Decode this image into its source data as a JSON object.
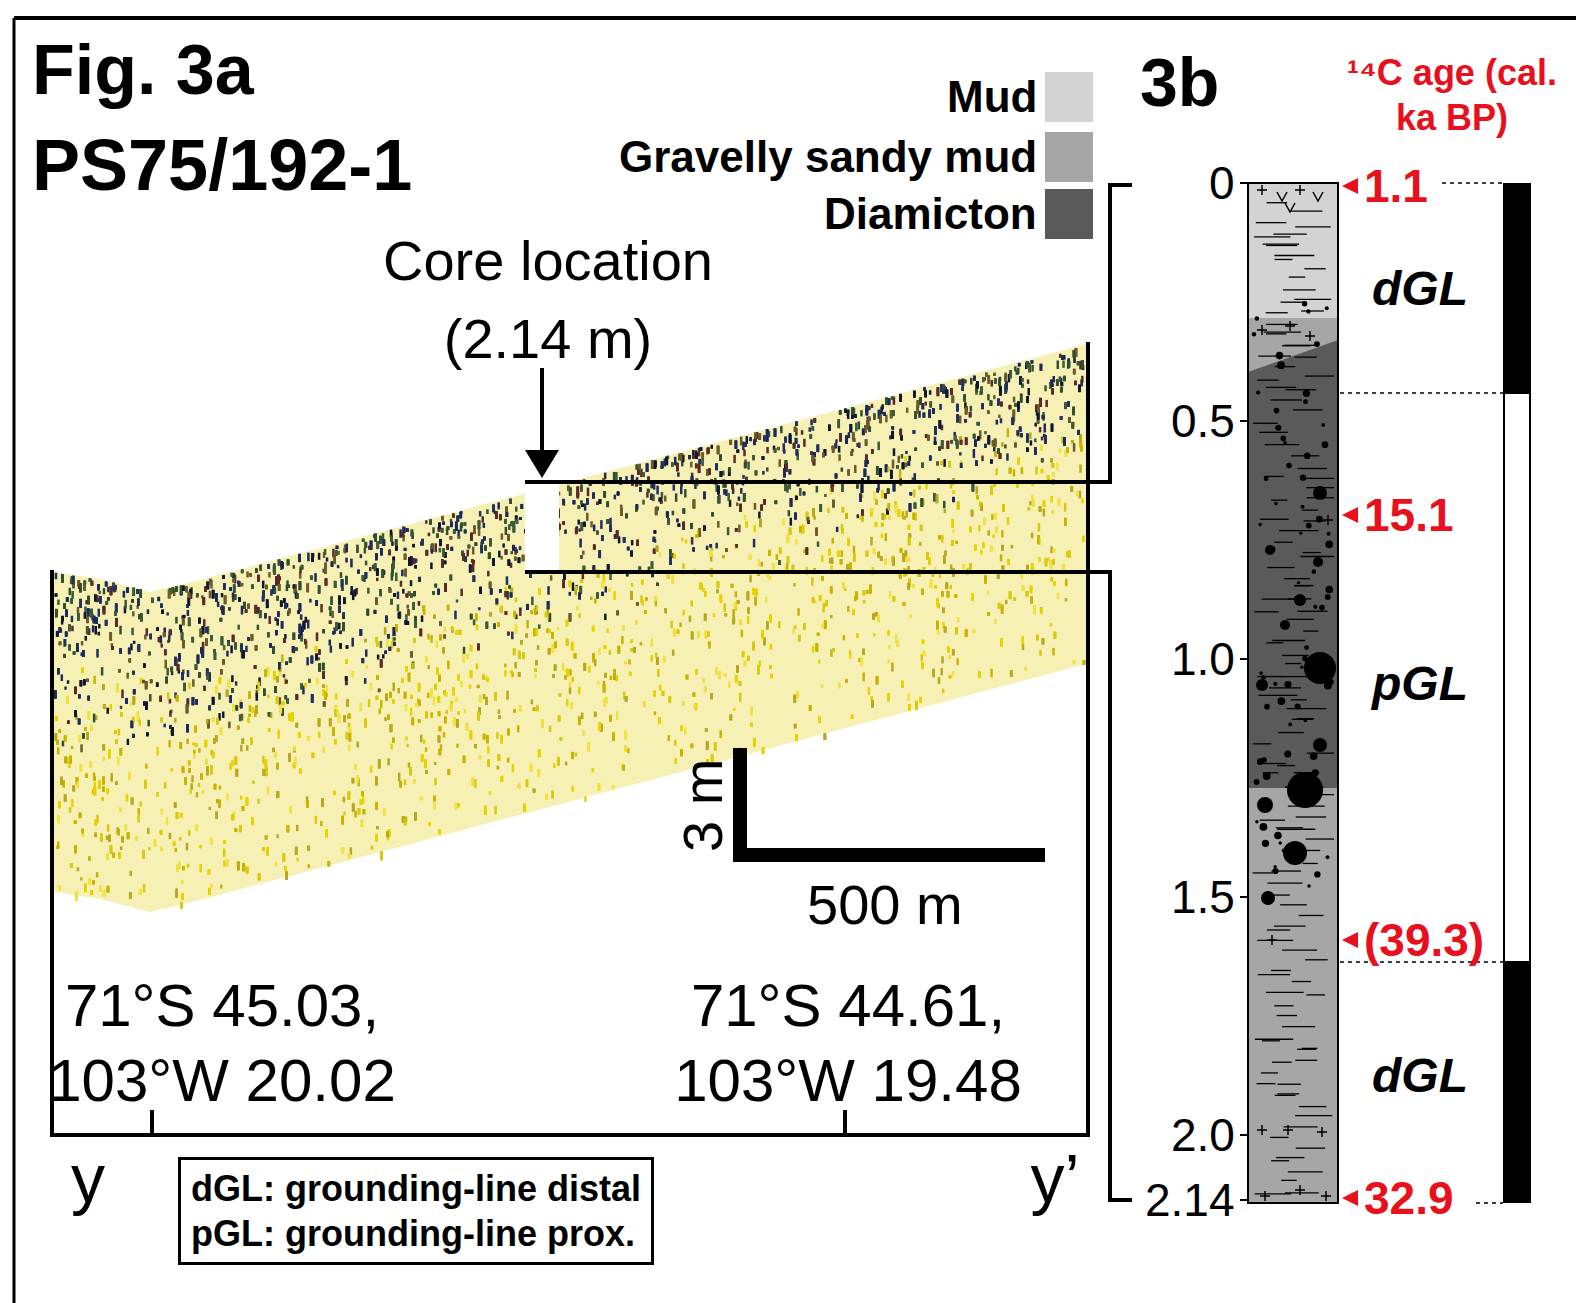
{
  "diagram": {
    "title": "Fig. 3a",
    "nodes": [
      {
        "text": [
          "dGL: grounding-line distal",
          "pGL: grounding-line prox."
        ]
      }
    ],
    "labels": [
      "PS75/192-1",
      "Core location (2.14 m)",
      "3 m",
      "500 m",
      "71°S 45.03, 103°W 20.02",
      "71°S 44.61, 103°W 19.48",
      "y",
      "y’",
      "3b",
      "¹⁴C age (cal. ka BP)",
      "0",
      "0.5",
      "1.0",
      "1.5",
      "2.0",
      "2.14",
      "1.1",
      "15.1",
      "(39.3)",
      "32.9",
      "dGL",
      "pGL",
      "dGL"
    ],
    "legend": [
      {
        "text": "Mud",
        "color": "#d3d3d3"
      },
      {
        "text": "Gravelly sandy mud",
        "color": "#a6a6a6"
      },
      {
        "text": "Diamicton",
        "color": "#5a5a5a"
      }
    ]
  }
}
